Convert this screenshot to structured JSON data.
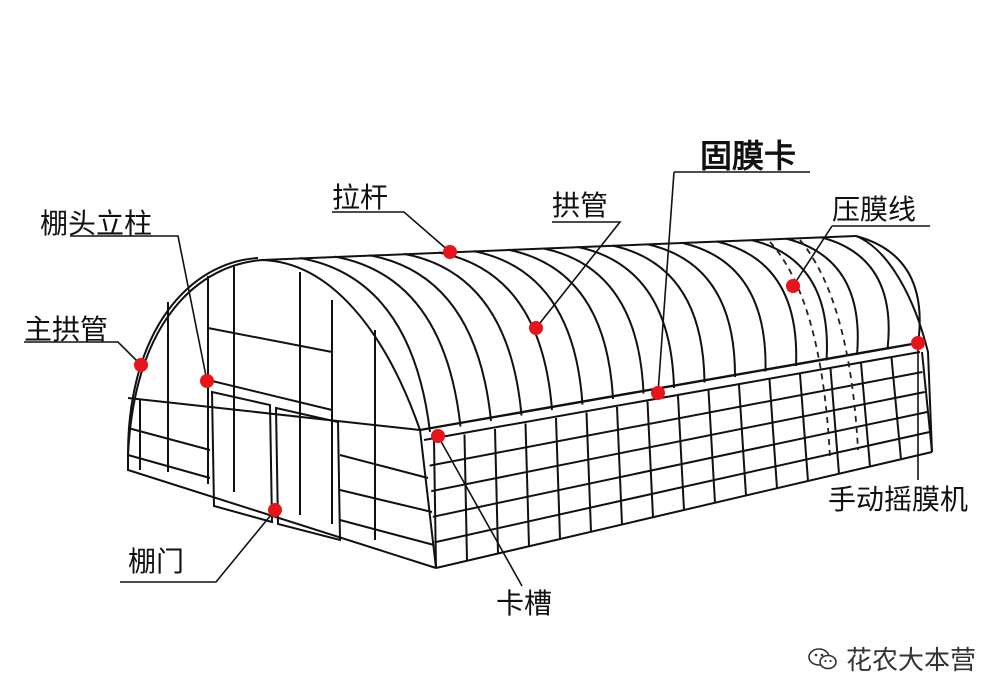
{
  "labels": {
    "pengtou_lizhu": "棚头立柱",
    "zhu_gongguan": "主拱管",
    "lagan": "拉杆",
    "gongguan": "拱管",
    "gumo_ka": "固膜卡",
    "yamo_xian": "压膜线",
    "shoudong_yaomoji": "手动摇膜机",
    "pengmen": "棚门",
    "kacao": "卡槽"
  },
  "watermark": "花农大本营",
  "colors": {
    "line": "#111111",
    "marker": "#e8141b",
    "dashed": "#222222"
  },
  "icons": {
    "watermark": "wechat-icon"
  }
}
